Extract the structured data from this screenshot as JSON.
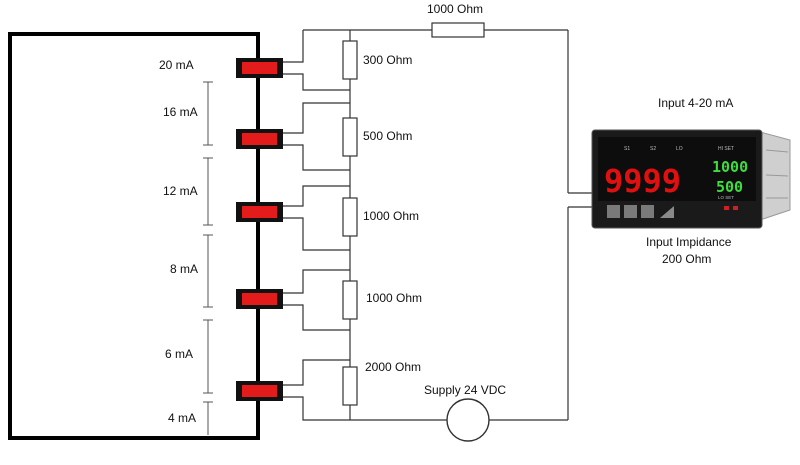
{
  "top_resistor": {
    "label": "1000 Ohm"
  },
  "resistors": [
    {
      "label": "300 Ohm"
    },
    {
      "label": "500 Ohm"
    },
    {
      "label": "1000 Ohm"
    },
    {
      "label": "1000 Ohm"
    },
    {
      "label": "2000 Ohm"
    }
  ],
  "currents": [
    "20 mA",
    "16 mA",
    "12 mA",
    "8 mA",
    "6  mA",
    "4 mA"
  ],
  "supply": {
    "label": "Supply 24 VDC"
  },
  "meter": {
    "title": "Input 4-20 mA",
    "display_main": "9999",
    "display_upper": "1000",
    "display_lower": "500",
    "top_labels": [
      "S1",
      "S2",
      "LO",
      "HI SET"
    ],
    "lo_set_label": "LO SET",
    "impedance_line1": "Input Impidance",
    "impedance_line2": "200 Ohm",
    "colors": {
      "body": "#1a1a1a",
      "bezel": "#2a2a2a",
      "red_digits": "#e01010",
      "green_digits": "#3fdc3f",
      "side_panel": "#cfcfcf"
    }
  },
  "colors": {
    "switch_red": "#e31b1b",
    "wire": "#333333"
  }
}
